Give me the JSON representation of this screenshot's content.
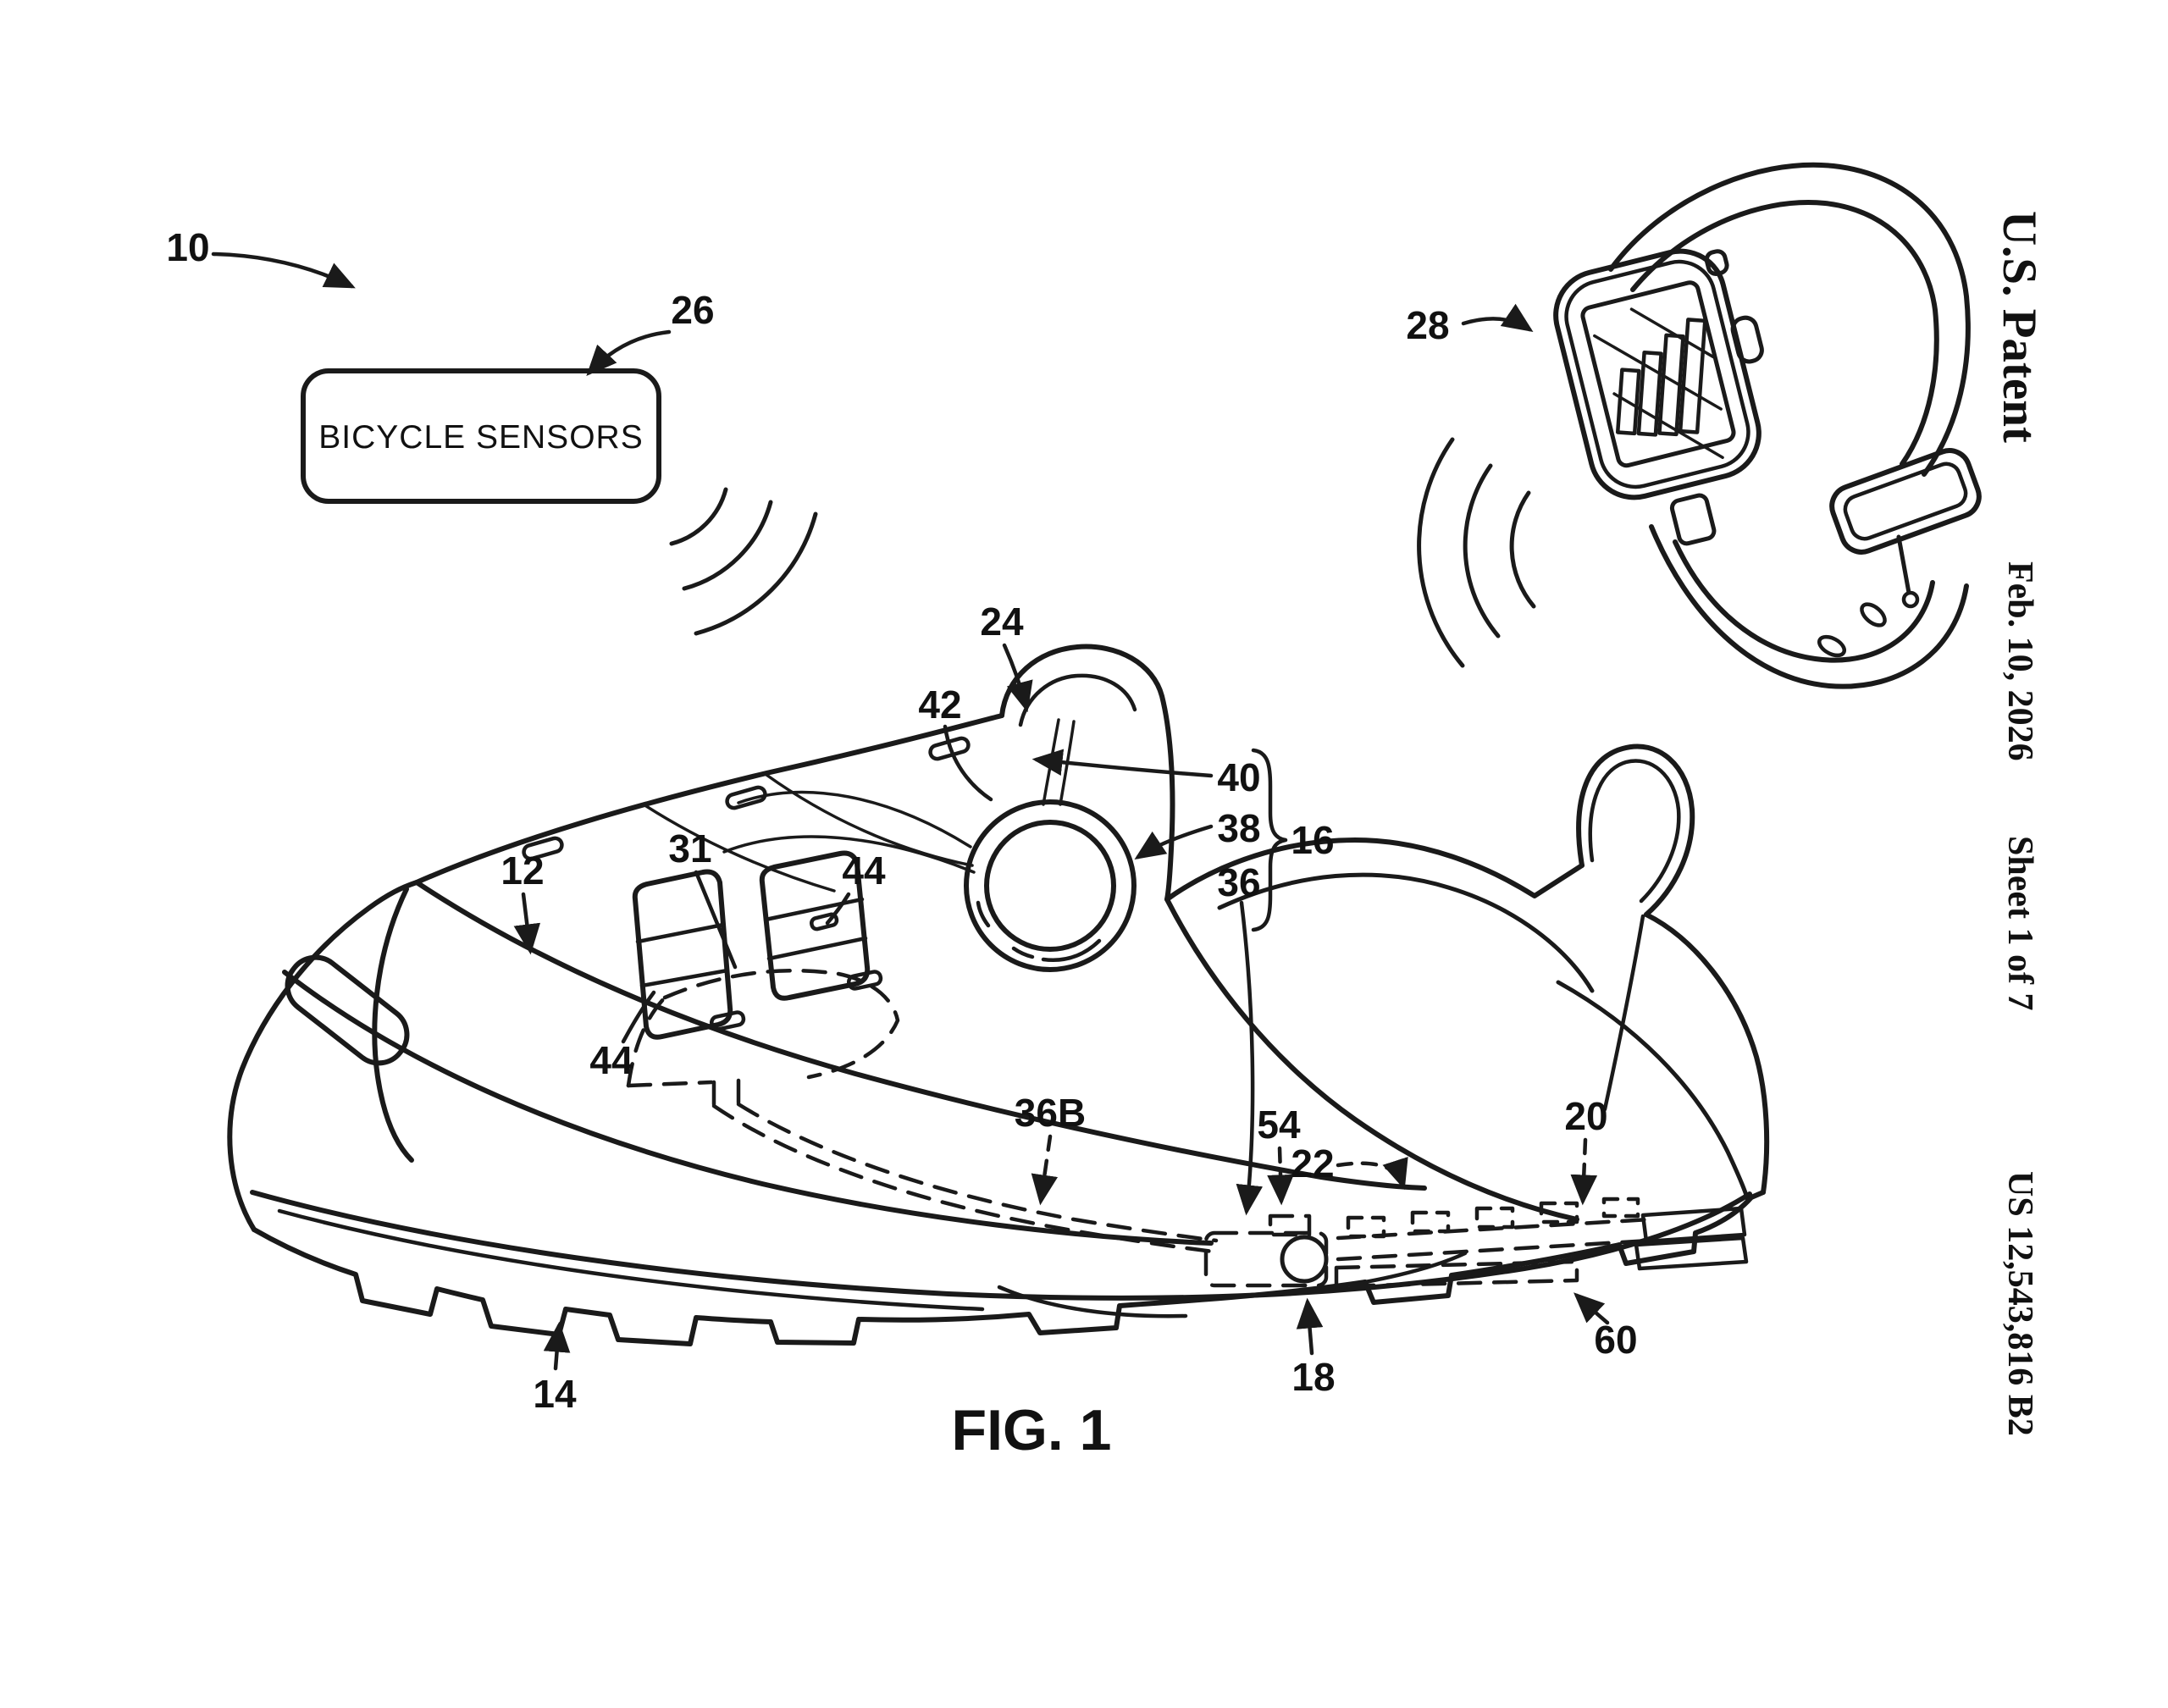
{
  "page": {
    "background": "#ffffff",
    "ink": "#1a1a1a"
  },
  "header": {
    "title": "U.S. Patent",
    "date": "Feb. 10, 2026",
    "sheet": "Sheet 1 of 7",
    "publication_number": "US 12,543,816 B2"
  },
  "figure": {
    "caption": "FIG. 1"
  },
  "bicycle_sensors_box": {
    "label": "BICYCLE SENSORS"
  },
  "reference_labels": {
    "n10": "10",
    "n12": "12",
    "n14": "14",
    "n16": "16",
    "n18": "18",
    "n20": "20",
    "n22": "22",
    "n24": "24",
    "n26": "26",
    "n28": "28",
    "n31": "31",
    "n36": "36",
    "n36b": "36B",
    "n38": "38",
    "n40": "40",
    "n42": "42",
    "n44_upper": "44",
    "n44_lower": "44",
    "n54": "54",
    "n60": "60"
  }
}
